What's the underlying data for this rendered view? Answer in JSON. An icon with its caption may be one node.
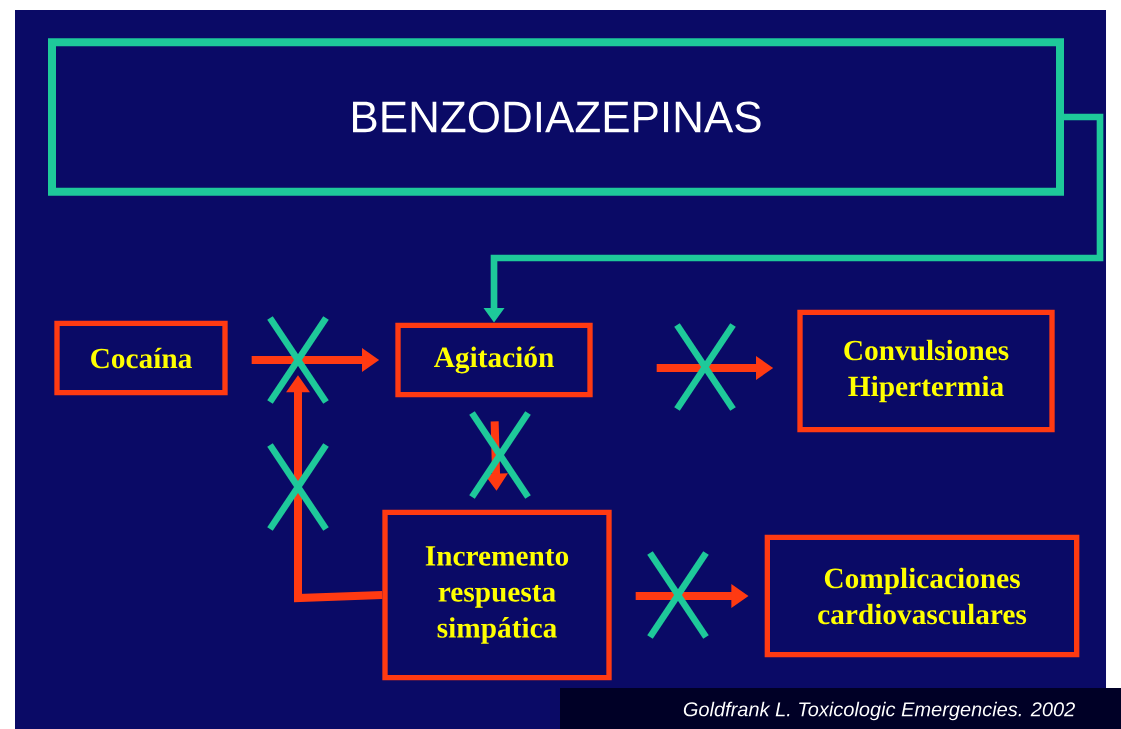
{
  "diagram": {
    "nodes": [
      {
        "text": [
          "BENZODIAZEPINAS"
        ]
      },
      {
        "text": [
          "Cocaína"
        ]
      },
      {
        "text": [
          "Agitación"
        ]
      },
      {
        "text": [
          "Convulsiones Hipertermia"
        ]
      },
      {
        "text": [
          "Incremento respuesta simpática"
        ]
      },
      {
        "text": [
          "Complicaciones cardiovasculares"
        ]
      }
    ],
    "edges": [
      {
        "from": 0,
        "to": 2,
        "arrow": "to",
        "color": "#1ec99a"
      },
      {
        "from": 1,
        "to": 2,
        "arrow": "to"
      },
      {
        "from": 2,
        "to": 3,
        "arrow": "to"
      },
      {
        "from": 2,
        "to": 4,
        "arrow": "to"
      },
      {
        "from": 4,
        "to": null,
        "arrow": "to"
      },
      {
        "from": 4,
        "to": 5,
        "arrow": "to"
      }
    ],
    "labels": [
      "Goldfrank L.  Toxicologic Emergencies. 2002"
    ]
  }
}
